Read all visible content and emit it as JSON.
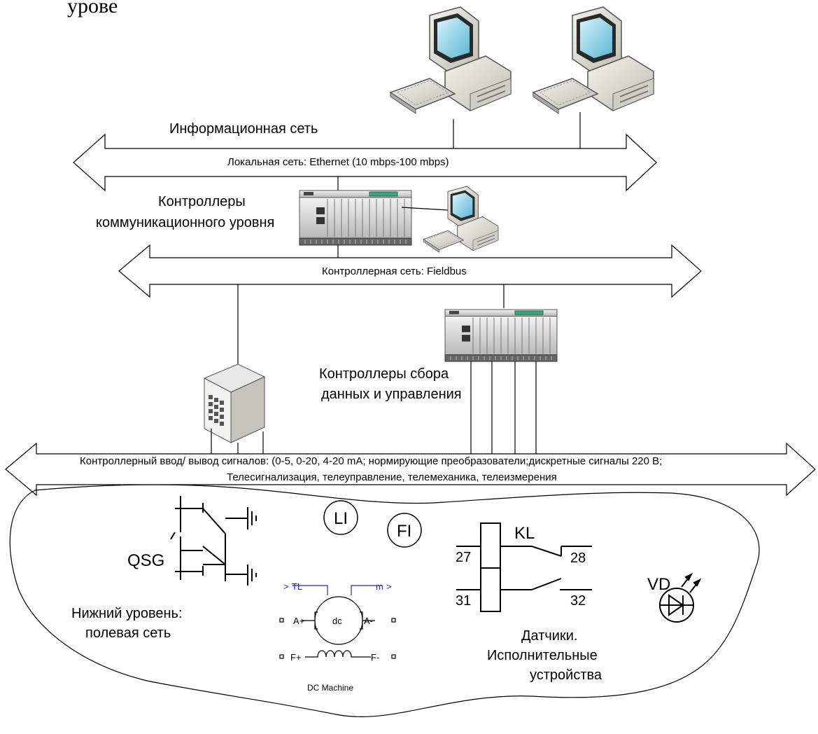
{
  "top_text": "урове",
  "labels": {
    "info_network": "Информационная сеть",
    "lan_bus": "Локальная сеть:  Ethernet  (10 mbps-100 mbps)",
    "comm_controllers_line1": "Контроллеры",
    "comm_controllers_line2": "коммуникационного уровня",
    "fieldbus": "Контроллерная сеть: Fieldbus",
    "daq_controllers_line1": "Контроллеры сбора",
    "daq_controllers_line2": "данных и управления",
    "io_bus_line1": "Контроллерный ввод/ вывод сигналов: (0-5, 0-20, 4-20 mA; нормирующие преобразователи;дискретные сигналы 220 В;",
    "io_bus_line2": "Телесигнализация, телеуправление, телемеханика, телеизмерения",
    "field_line1": "Нижний уровень:",
    "field_line2": "полевая сеть",
    "qsg": "QSG",
    "li": "LI",
    "fi": "FI",
    "kl": "KL",
    "vd": "VD",
    "kl_27": "27",
    "kl_28": "28",
    "kl_31": "31",
    "kl_32": "32",
    "dc_tl": "TL",
    "dc_m": "m",
    "dc_center": "dc",
    "dc_a_plus": "A+",
    "dc_a_minus": "A-",
    "dc_f_plus": "F+",
    "dc_f_minus": "F-",
    "dc_caption": "DC Machine",
    "sensors_line1": "Датчики.",
    "sensors_line2": "Исполнительные",
    "sensors_line3": "устройства"
  },
  "colors": {
    "line": "#000000",
    "dc_blue": "#1f2ccf",
    "screen_cyan": "#8fd4e8",
    "plc_display": "#3aa37a"
  },
  "icons": [
    "workstation-icon",
    "plc-rack-icon",
    "server-tower-icon",
    "grounded-switch-icon",
    "relay-coil-icon",
    "photodiode-icon",
    "dc-machine-block-icon"
  ]
}
